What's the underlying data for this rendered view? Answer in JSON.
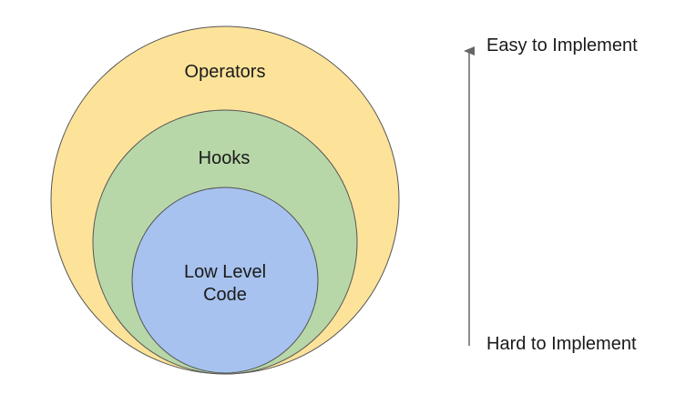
{
  "colors": {
    "outer_fill": "#fde39a",
    "middle_fill": "#b8d7a8",
    "inner_fill": "#a7c2ee",
    "stroke": "#555555",
    "arrow": "#666666"
  },
  "circles": {
    "outer_label": "Operators",
    "middle_label": "Hooks",
    "inner_label_line1": "Low Level",
    "inner_label_line2": "Code"
  },
  "axis": {
    "top_label": "Easy to Implement",
    "bottom_label": "Hard to Implement"
  }
}
